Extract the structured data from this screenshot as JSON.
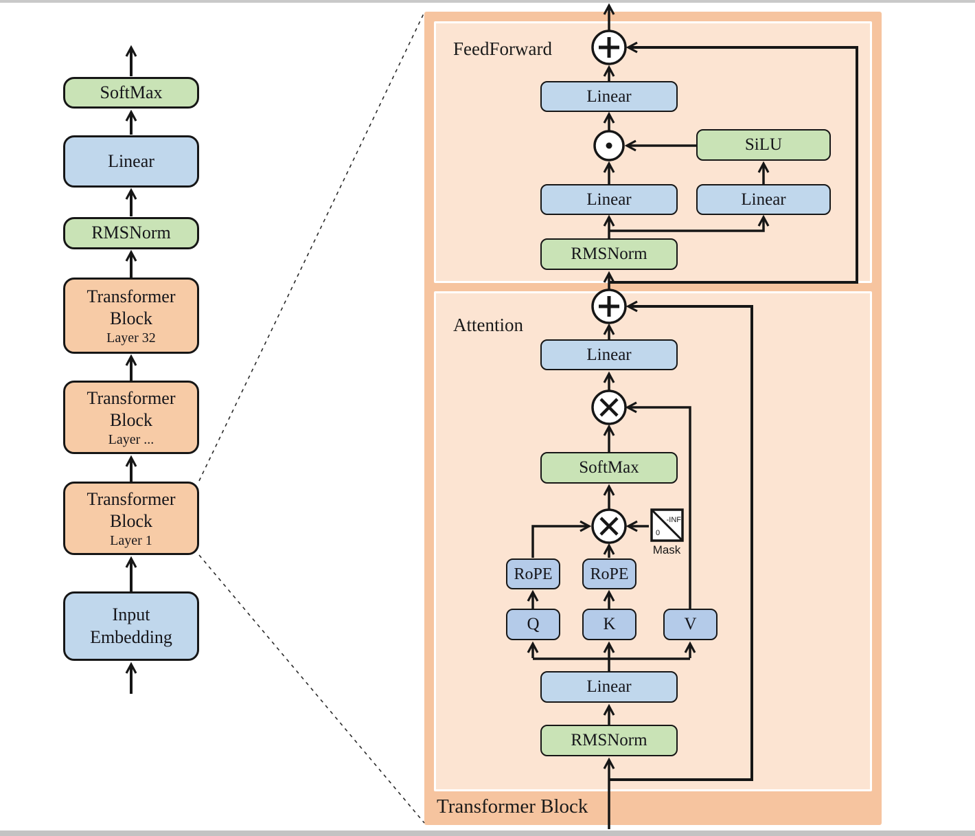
{
  "left_column": {
    "blocks": [
      {
        "lines": [
          "SoftMax"
        ],
        "type": "green"
      },
      {
        "lines": [
          "Linear"
        ],
        "type": "blue"
      },
      {
        "lines": [
          "RMSNorm"
        ],
        "type": "green"
      },
      {
        "lines": [
          "Transformer",
          "Block"
        ],
        "sublabel": "Layer 32",
        "type": "orange"
      },
      {
        "lines": [
          "Transformer",
          "Block"
        ],
        "sublabel": "Layer ...",
        "type": "orange"
      },
      {
        "lines": [
          "Transformer",
          "Block"
        ],
        "sublabel": "Layer 1",
        "type": "orange"
      },
      {
        "lines": [
          "Input",
          "Embedding"
        ],
        "type": "blue"
      }
    ]
  },
  "detail_panel": {
    "title": "Transformer Block",
    "feedforward": {
      "label": "FeedForward",
      "linear_out": "Linear",
      "silu": "SiLU",
      "linear_gate": "Linear",
      "linear_up": "Linear",
      "rmsnorm": "RMSNorm"
    },
    "attention": {
      "label": "Attention",
      "linear_out": "Linear",
      "softmax": "SoftMax",
      "mask": {
        "label": "Mask",
        "neg_inf": "-INF",
        "zero": "0"
      },
      "rope_q": "RoPE",
      "rope_k": "RoPE",
      "q": "Q",
      "k": "K",
      "v": "V",
      "linear_qkv": "Linear",
      "rmsnorm": "RMSNorm"
    }
  },
  "colors": {
    "panel_outer": "#f6c49f",
    "panel_inner": "#fce4d2",
    "block_orange": "#f7cba6",
    "block_blue": "#c0d7ec",
    "block_blue_dark": "#b4cbe9",
    "block_green": "#c9e3b6",
    "line": "#161616"
  }
}
